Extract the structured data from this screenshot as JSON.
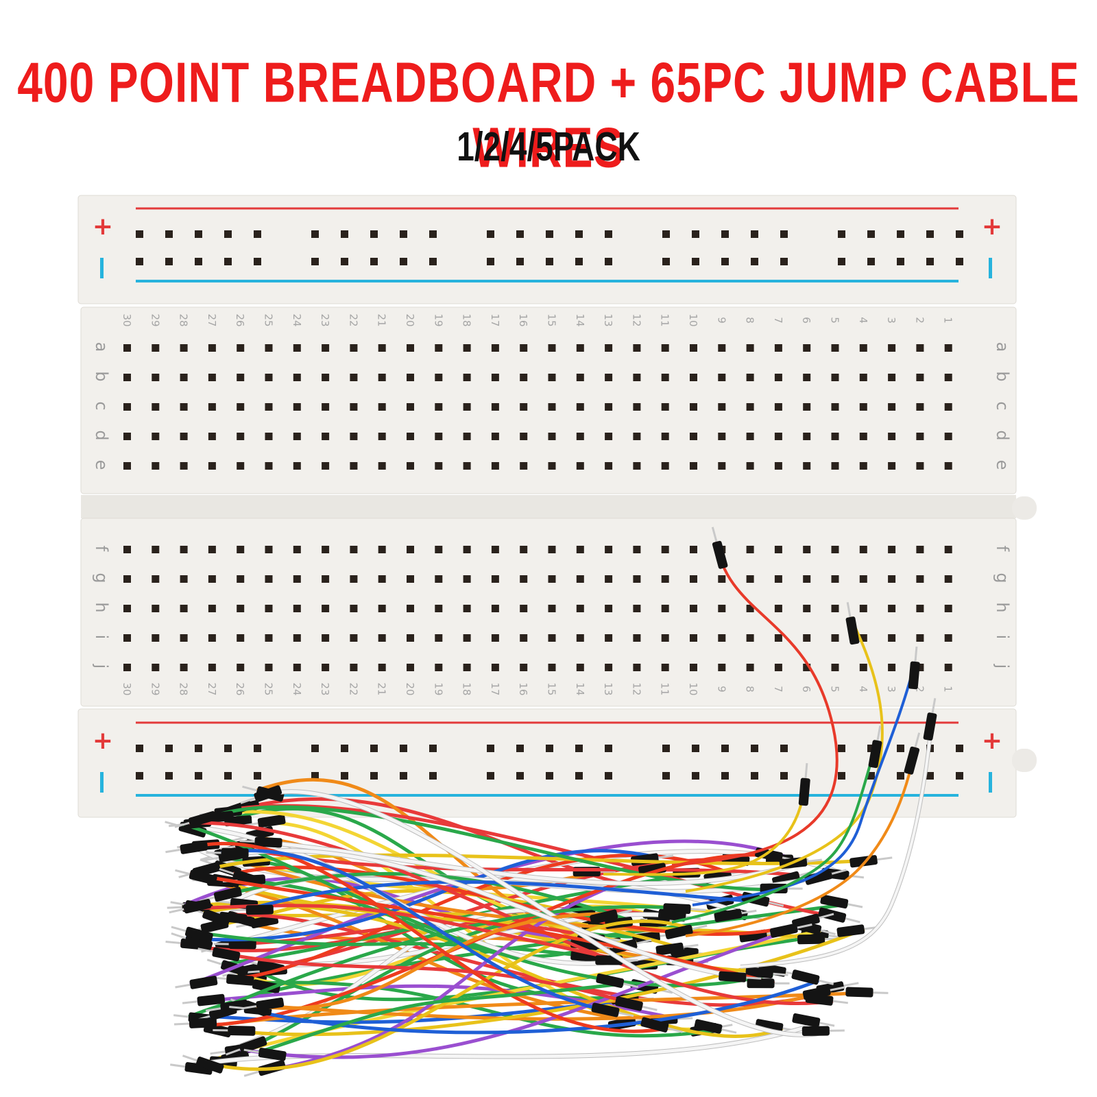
{
  "headline": "400 POINT BREADBOARD + 65PC JUMP CABLE WIRES",
  "subtitle": "1/2/4/5PACK",
  "colors": {
    "headline": "#ee1c1c",
    "board": "#f2f0ec",
    "hole": "#2a221c",
    "rail_positive": "#e33a3a",
    "rail_negative": "#27b3dd"
  },
  "breadboard": {
    "rail_plus_symbol": "+",
    "rail_minus_symbol": "-",
    "upper_rows": [
      "a",
      "b",
      "c",
      "d",
      "e"
    ],
    "lower_rows": [
      "f",
      "g",
      "h",
      "i",
      "j"
    ],
    "columns": [
      "30",
      "29",
      "28",
      "27",
      "26",
      "25",
      "24",
      "23",
      "22",
      "21",
      "20",
      "19",
      "18",
      "17",
      "16",
      "15",
      "14",
      "13",
      "12",
      "11",
      "10",
      "9",
      "8",
      "7",
      "6",
      "5",
      "4",
      "3",
      "2",
      "1"
    ]
  },
  "wire_colors": [
    "#e8c21a",
    "#ee3b1f",
    "#f08a18",
    "#1f5fd6",
    "#2aa84a",
    "#9a4fd0",
    "#f5f5f5",
    "#e83a3a",
    "#f3d534"
  ]
}
